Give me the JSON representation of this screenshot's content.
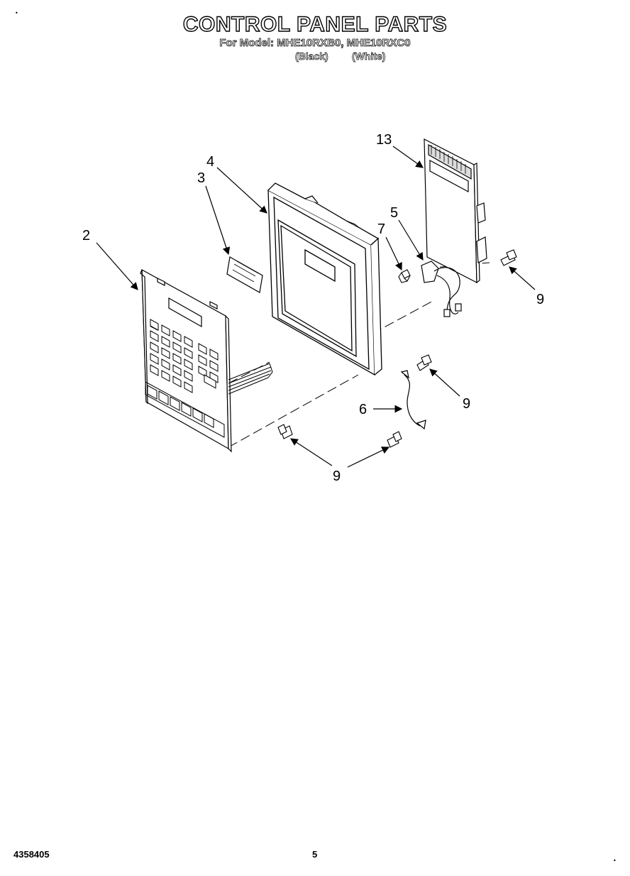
{
  "header": {
    "title": "CONTROL PANEL PARTS",
    "subtitle": "For Model: MHE10RXB0, MHE10RXC0",
    "variant_black": "(Black)",
    "variant_white": "(White)"
  },
  "callouts": {
    "part_2": "2",
    "part_3": "3",
    "part_4": "4",
    "part_5": "5",
    "part_6": "6",
    "part_7": "7",
    "part_9_a": "9",
    "part_9_b": "9",
    "part_9_c": "9",
    "part_13": "13"
  },
  "footer": {
    "document_number": "4358405",
    "page_number": "5"
  },
  "marks": {
    "top_left": "•",
    "bottom_right": "•"
  }
}
